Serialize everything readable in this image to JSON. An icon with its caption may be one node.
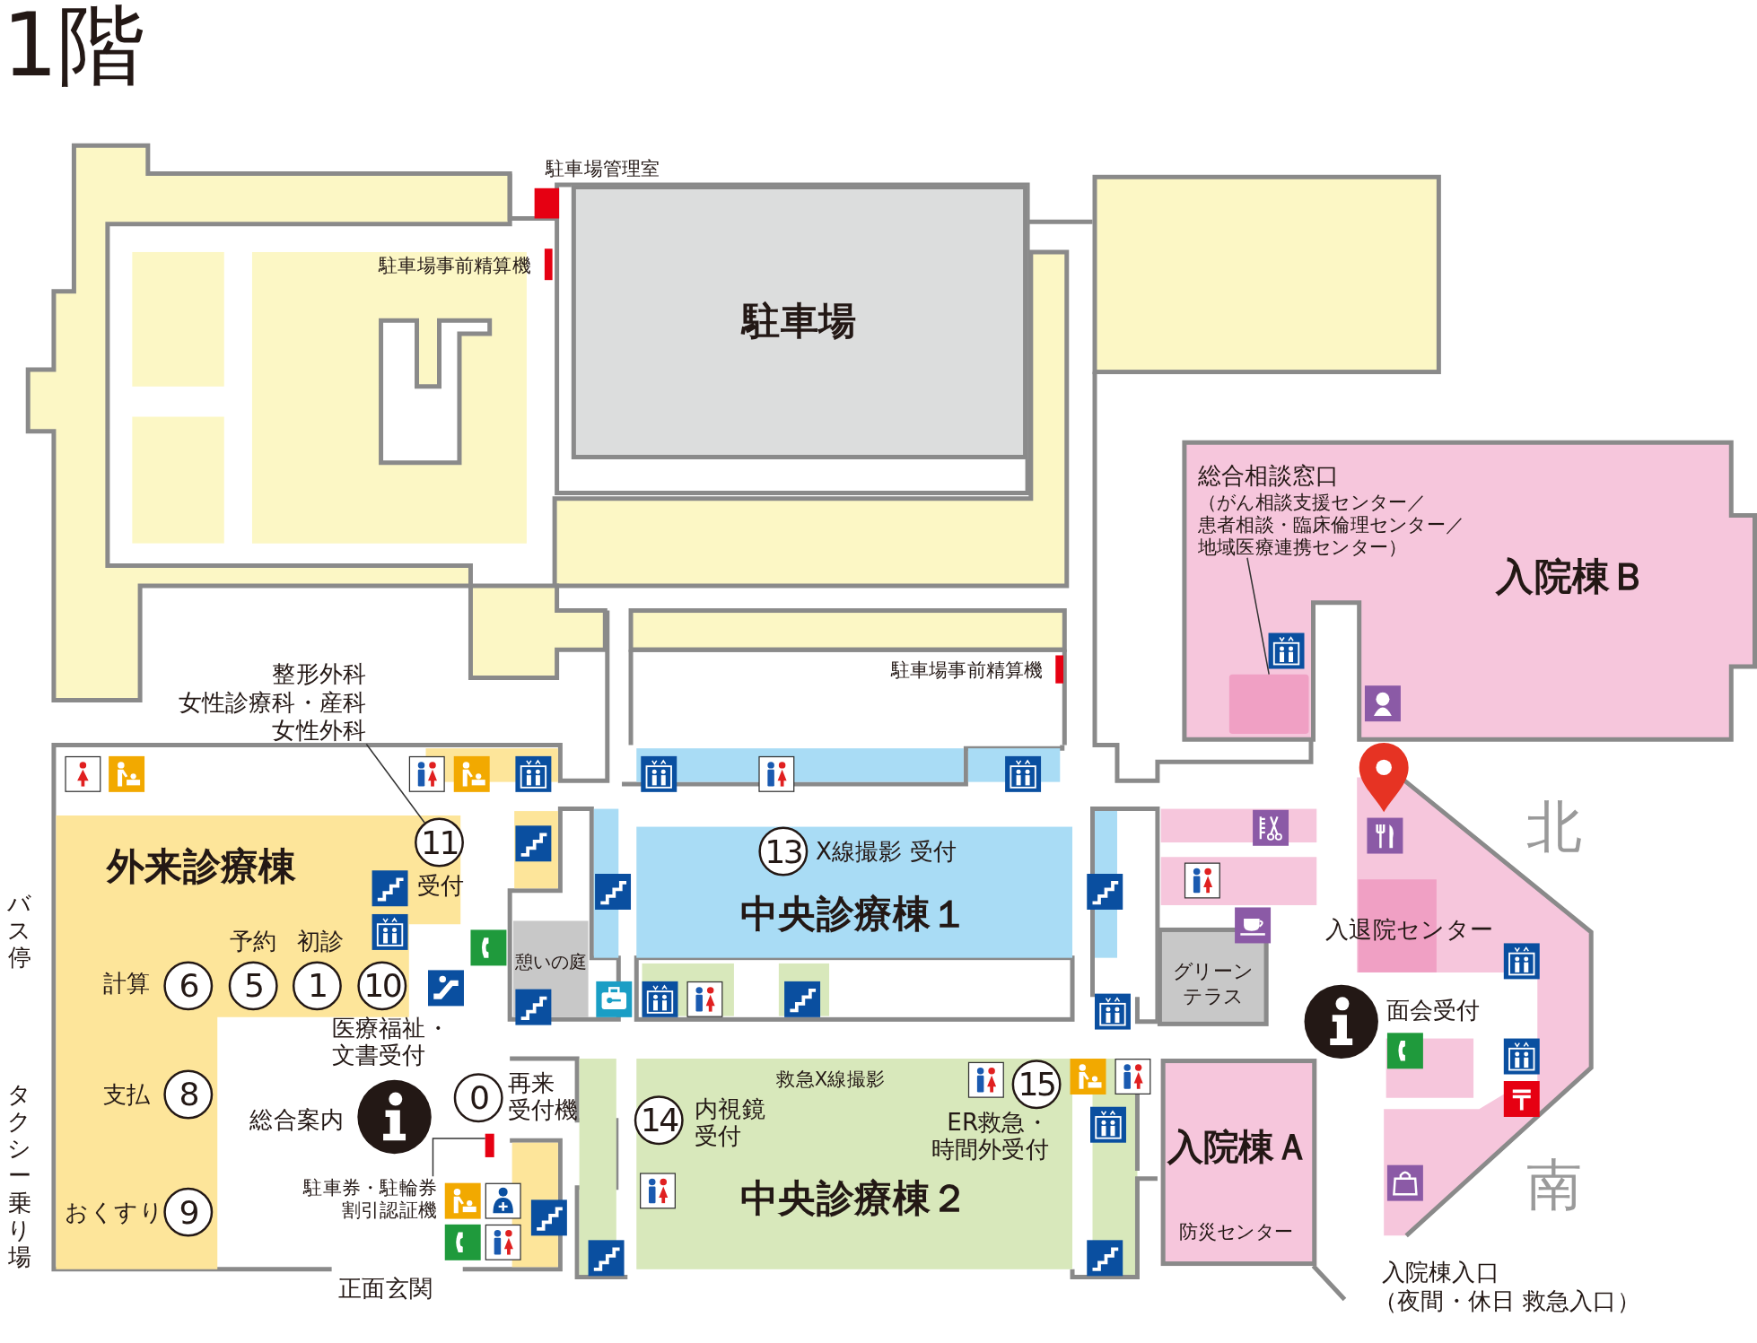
{
  "diagram": {
    "title": "1階",
    "nodes": [
      {
        "text": [
          "駐車場"
        ]
      },
      {
        "text": [
          "外来診療棟"
        ]
      },
      {
        "text": [
          "中央診療棟１"
        ]
      },
      {
        "text": [
          "中央診療棟２"
        ]
      },
      {
        "text": [
          "入院棟Ｂ"
        ]
      },
      {
        "text": [
          "入院棟Ａ"
        ]
      },
      {
        "text": [
          "憩いの庭"
        ]
      },
      {
        "text": [
          "グリーンテラス"
        ]
      },
      {
        "text": [
          "整形外科",
          "女性診療科・産科",
          "女性外科"
        ]
      },
      {
        "text": [
          "11"
        ],
        "beside": [
          "受付"
        ],
        "in": 1
      },
      {
        "text": [
          "6"
        ],
        "beside": [
          "計算"
        ],
        "in": 1
      },
      {
        "text": [
          "5"
        ],
        "beside": [
          "予約"
        ],
        "in": 1
      },
      {
        "text": [
          "1"
        ],
        "beside": [
          "初診"
        ],
        "in": 1
      },
      {
        "text": [
          "10"
        ],
        "beside": [
          "医療福祉・文書受付"
        ],
        "in": 1
      },
      {
        "text": [
          "8"
        ],
        "beside": [
          "支払"
        ],
        "in": 1
      },
      {
        "text": [
          "9"
        ],
        "beside": [
          "おくすり"
        ],
        "in": 1
      },
      {
        "text": [
          "0"
        ],
        "beside": [
          "再来",
          "受付機"
        ]
      },
      {
        "text": [
          "13"
        ],
        "beside": [
          "X線撮影 受付"
        ],
        "in": 2
      },
      {
        "text": [
          "14"
        ],
        "beside": [
          "内視鏡受付"
        ],
        "in": 3
      },
      {
        "text": [
          "15"
        ],
        "beside": [
          "ER救急・時間外受付"
        ],
        "in": 3
      },
      {
        "text": [
          "総合相談窓口",
          "（がん相談支援センター／",
          "患者相談・臨床倫理センター／",
          "地域医療連携センター）"
        ],
        "in": 4
      },
      {
        "text": [],
        "shape": "box",
        "in": 4
      },
      {
        "text": [
          "駐車券・駐輪券割引認証機"
        ]
      },
      {
        "text": [],
        "shape": "bar"
      }
    ],
    "edges": [
      {
        "from": 8,
        "to": 9,
        "arrow": "none"
      },
      {
        "from": 20,
        "to": 21,
        "arrow": "none"
      },
      {
        "from": 22,
        "to": 23,
        "arrow": "none"
      }
    ],
    "labels": [
      "駐車場管理室",
      "駐車場事前精算機",
      "駐車場事前精算機",
      "総合案内",
      "正面玄関",
      "バス停",
      "タクシー乗り場",
      "救急X線撮影",
      "入退院センター",
      "面会受付",
      "防災センター",
      "北",
      "南",
      "入院棟入口",
      "（夜間・休日 救急入口）"
    ]
  }
}
